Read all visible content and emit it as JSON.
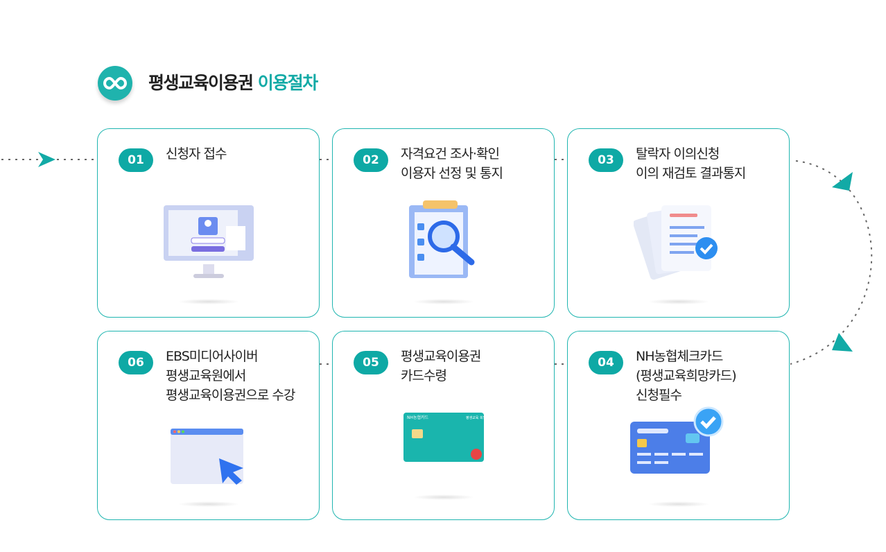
{
  "header": {
    "title_main": "평생교육이용권",
    "title_accent": "이용절차",
    "logo_icon": "infinity-icon"
  },
  "colors": {
    "accent": "#0ea9a5",
    "border": "#1fb5b0"
  },
  "steps": [
    {
      "num": "01",
      "lines": [
        "신청자 접수"
      ],
      "icon": "monitor-login-icon"
    },
    {
      "num": "02",
      "lines": [
        "자격요건 조사·확인",
        "이용자 선정 및 통지"
      ],
      "icon": "clipboard-search-icon"
    },
    {
      "num": "03",
      "lines": [
        "탈락자 이의신청",
        "이의 재검토 결과통지"
      ],
      "icon": "documents-check-icon"
    },
    {
      "num": "04",
      "lines": [
        "NH농협체크카드",
        "(평생교육희망카드)",
        "신청필수"
      ],
      "icon": "credit-card-check-icon"
    },
    {
      "num": "05",
      "lines": [
        "평생교육이용권",
        "카드수령"
      ],
      "icon": "nh-card-icon",
      "card_logo": "NH농협카드",
      "card_brand": "평생교육 희망카드"
    },
    {
      "num": "06",
      "lines": [
        "EBS미디어사이버",
        "평생교육원에서",
        "평생교육이용권으로 수강"
      ],
      "icon": "browser-cursor-icon"
    }
  ]
}
